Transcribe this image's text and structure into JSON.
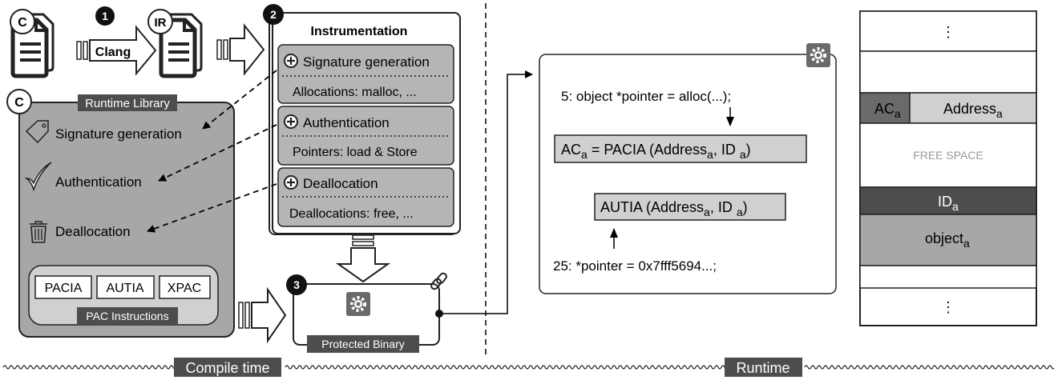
{
  "colors": {
    "panel_gray": "#a7a7a7",
    "block_gray": "#b5b5b5",
    "tag_dark": "#4d4d4d",
    "light_gray": "#d0d0d0",
    "gear_icon": "#6a6a6a"
  },
  "icons": [
    "file-icon",
    "tag-icon",
    "checkmark-icon",
    "trash-icon",
    "gear-icon",
    "link-icon",
    "plus-icon"
  ],
  "compile": {
    "source_badge": "C",
    "ir_badge": "IR",
    "runtime_lib_badge": "C",
    "step1": "1",
    "step2": "2",
    "step3": "3",
    "clang_label": "Clang",
    "instrumentation_title": "Instrumentation",
    "instr_items": [
      {
        "title": "Signature generation",
        "detail": "Allocations: malloc, ..."
      },
      {
        "title": "Authentication",
        "detail": "Pointers: load & Store"
      },
      {
        "title": "Deallocation",
        "detail": "Deallocations: free, ..."
      }
    ],
    "runtime_library_title": "Runtime Library",
    "runtime_items": [
      "Signature generation",
      "Authentication",
      "Deallocation"
    ],
    "pac_instructions": [
      "PACIA",
      "AUTIA",
      "XPAC"
    ],
    "pac_label": "PAC Instructions",
    "protected_binary_label": "Protected Binary"
  },
  "runtime": {
    "code_line_alloc": "5: object *pointer = alloc(...);",
    "pacia_line": {
      "lhs": "AC",
      "lhs_sub": "a",
      "mid": " = PACIA  (Address",
      "mid_sub": "a",
      "sep": ", ID ",
      "sep_sub": "a",
      "end": ")"
    },
    "autia_line": {
      "start": "AUTIA (Address",
      "start_sub": "a",
      "sep": ", ID ",
      "sep_sub": "a",
      "end": ")"
    },
    "code_line_deref": "25: *pointer = 0x7fff5694...;"
  },
  "memory": {
    "top_dots": "⋮",
    "ac": {
      "text": "AC",
      "sub": "a"
    },
    "address": {
      "text": "Address",
      "sub": "a"
    },
    "free_space": "FREE SPACE",
    "id": {
      "text": "ID",
      "sub": "a"
    },
    "object": {
      "text": "object",
      "sub": "a"
    },
    "bottom_dots": "⋮"
  },
  "timeline": {
    "compile_label": "Compile time",
    "runtime_label": "Runtime"
  }
}
